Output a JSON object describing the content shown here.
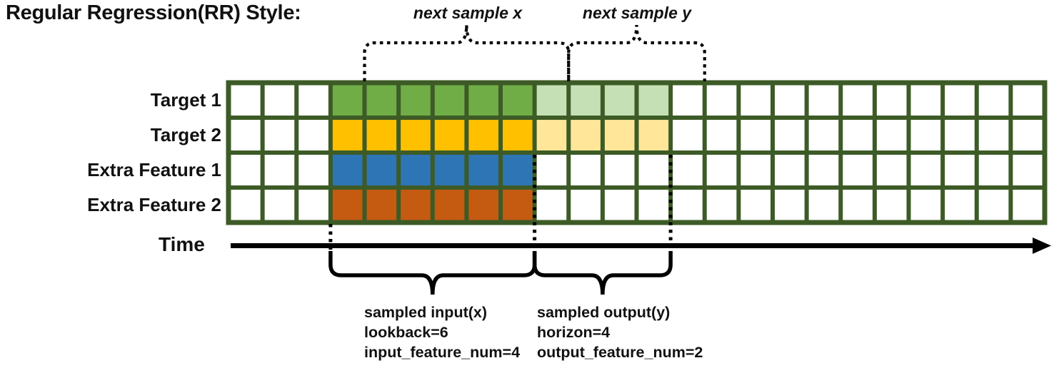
{
  "title": "Regular Regression(RR) Style:",
  "colors": {
    "grid_line": "#3d5b26",
    "cell_bg": "#ffffff",
    "green": "#70AD47",
    "green_light": "#C5E0B4",
    "yellow": "#FFC000",
    "yellow_light": "#FFE699",
    "blue": "#2E75B6",
    "orange": "#C55A11",
    "ink": "#000000"
  },
  "grid": {
    "n_cols": 24,
    "n_rows": 4,
    "lead_blank_cols": 3,
    "lookback": 6,
    "horizon": 4,
    "rows": [
      {
        "label": "Target 1",
        "kind": "target",
        "input_color": "#70AD47",
        "output_color": "#C5E0B4"
      },
      {
        "label": "Target 2",
        "kind": "target",
        "input_color": "#FFC000",
        "output_color": "#FFE699"
      },
      {
        "label": "Extra Feature 1",
        "kind": "extra",
        "input_color": "#2E75B6",
        "output_color": null
      },
      {
        "label": "Extra Feature 2",
        "kind": "extra",
        "input_color": "#C55A11",
        "output_color": null
      }
    ]
  },
  "annotations": {
    "next_sample_x": "next sample x",
    "next_sample_y": "next sample y",
    "time_label": "Time",
    "input_block": {
      "line1": "sampled input(x)",
      "line2": "lookback=6",
      "line3": "input_feature_num=4"
    },
    "output_block": {
      "line1": "sampled output(y)",
      "line2": "horizon=4",
      "line3": "output_feature_num=2"
    }
  }
}
